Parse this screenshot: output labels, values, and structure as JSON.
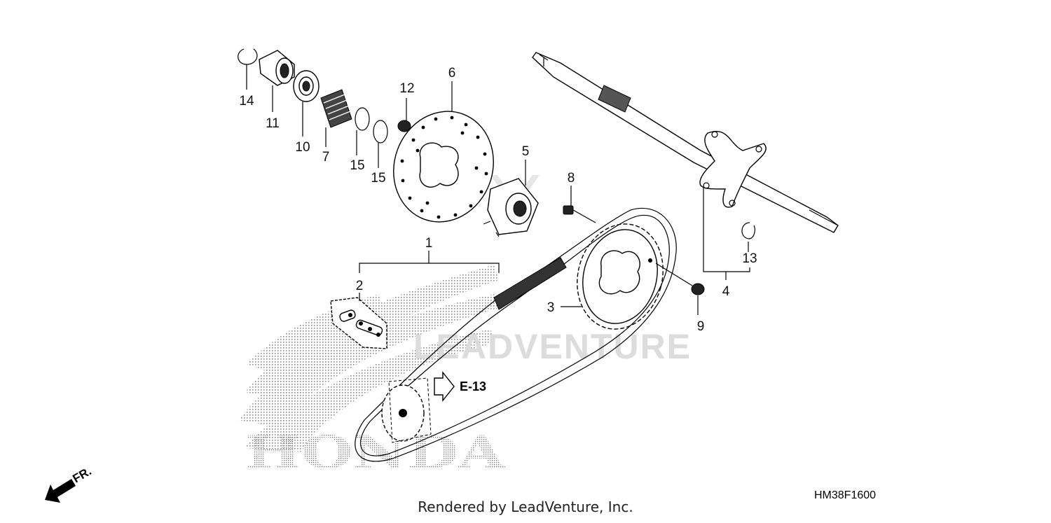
{
  "diagram": {
    "callouts": [
      {
        "id": "c1",
        "text": "1"
      },
      {
        "id": "c2",
        "text": "2"
      },
      {
        "id": "c3",
        "text": "3"
      },
      {
        "id": "c4",
        "text": "4"
      },
      {
        "id": "c5",
        "text": "5"
      },
      {
        "id": "c6",
        "text": "6"
      },
      {
        "id": "c7",
        "text": "7"
      },
      {
        "id": "c8",
        "text": "8"
      },
      {
        "id": "c9",
        "text": "9"
      },
      {
        "id": "c10",
        "text": "10"
      },
      {
        "id": "c11",
        "text": "11"
      },
      {
        "id": "c12",
        "text": "12"
      },
      {
        "id": "c13",
        "text": "13"
      },
      {
        "id": "c14",
        "text": "14"
      },
      {
        "id": "c15a",
        "text": "15"
      },
      {
        "id": "c15b",
        "text": "15"
      }
    ],
    "reference_label": "E-13",
    "direction_label": "FR.",
    "diagram_code": "HM38F1600",
    "watermark_text": "LEADVENTURE",
    "logo_text": "HONDA"
  },
  "footer": {
    "credit": "Rendered by LeadVenture, Inc."
  },
  "colors": {
    "line": "#000000",
    "stipple": "#9a9a9a",
    "watermark": "#dcdcdc"
  }
}
